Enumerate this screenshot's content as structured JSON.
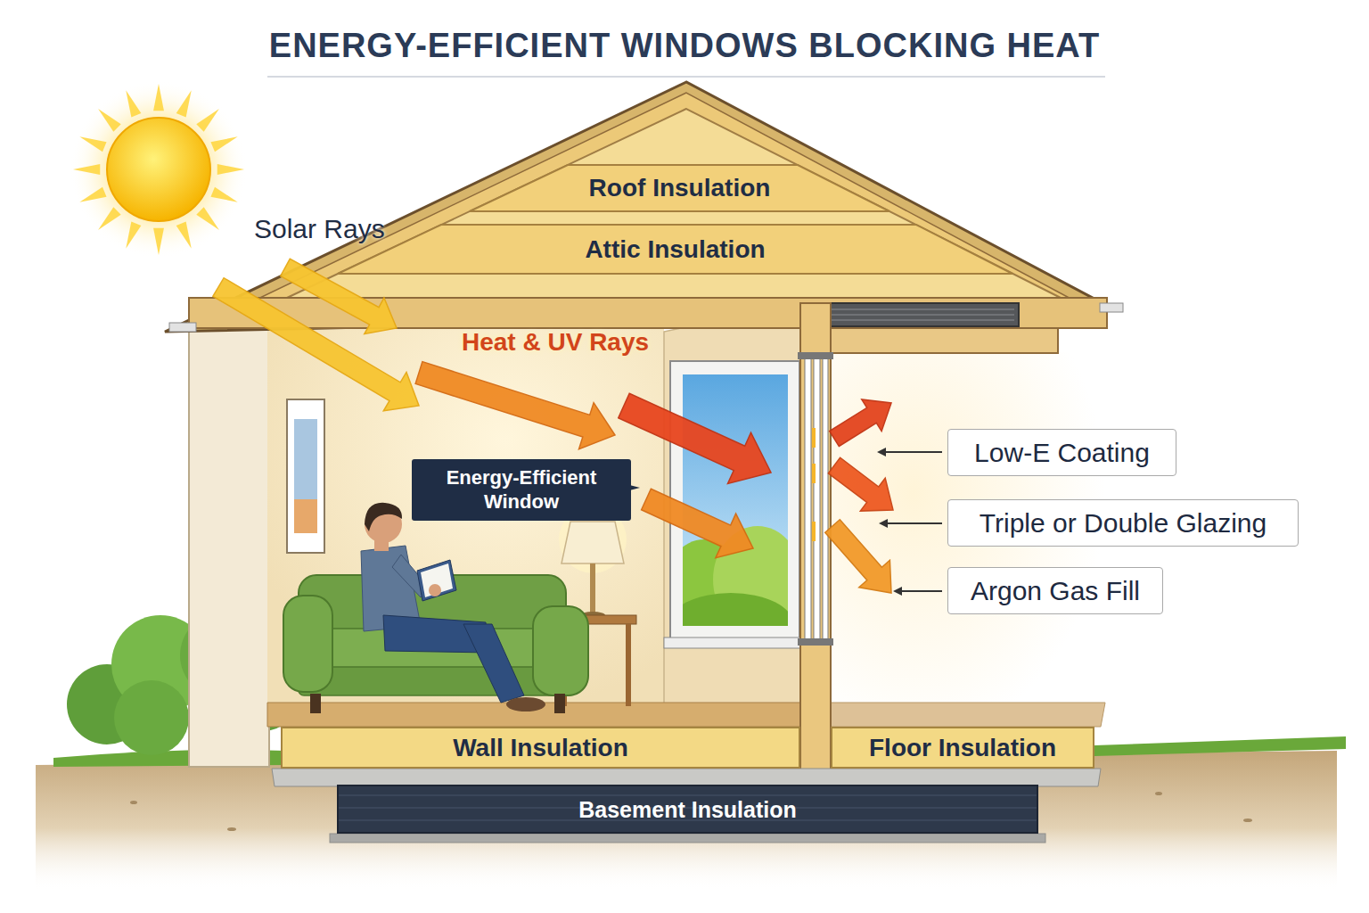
{
  "diagram": {
    "title": "ENERGY-EFFICIENT WINDOWS BLOCKING HEAT",
    "nodes": [
      {
        "text": [
          "Roof Insulation"
        ]
      },
      {
        "text": [
          "Attic Insulation"
        ]
      },
      {
        "text": [
          "Energy-Efficient Window"
        ]
      },
      {
        "text": [
          "Low-E Coating"
        ]
      },
      {
        "text": [
          "Triple or Double Glazing"
        ]
      },
      {
        "text": [
          "Argon Gas Fill"
        ]
      },
      {
        "text": [
          "Wall Insulation"
        ]
      },
      {
        "text": [
          "Floor Insulation"
        ]
      },
      {
        "text": [
          "Basement Insulation"
        ]
      }
    ],
    "labels": [
      "Solar Rays",
      "Heat & UV Rays"
    ]
  }
}
